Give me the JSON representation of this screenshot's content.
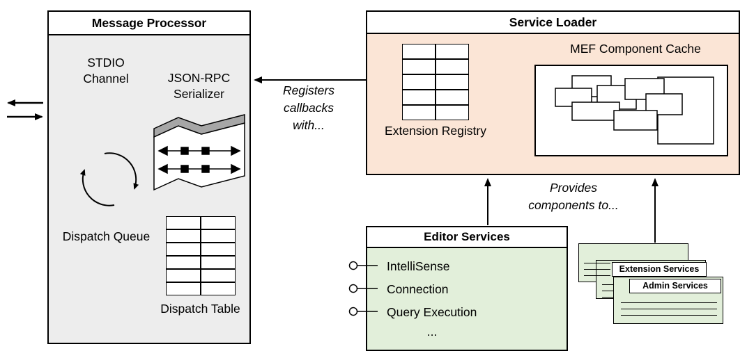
{
  "message_processor": {
    "title": "Message Processor",
    "stdio_channel": "STDIO Channel",
    "jsonrpc_serializer": "JSON-RPC Serializer",
    "dispatch_queue": "Dispatch Queue",
    "dispatch_table": "Dispatch Table"
  },
  "service_loader": {
    "title": "Service Loader",
    "extension_registry": "Extension Registry",
    "mef_cache": "MEF Component Cache"
  },
  "editor_services": {
    "title": "Editor Services",
    "items": [
      "IntelliSense",
      "Connection",
      "Query Execution"
    ],
    "ellipsis": "..."
  },
  "service_cards": {
    "extension_services": "Extension Services",
    "admin_services": "Admin Services"
  },
  "annotations": {
    "registers": "Registers callbacks with...",
    "provides": "Provides components to..."
  },
  "colors": {
    "processor_fill": "#ededed",
    "loader_fill": "#fbe5d6",
    "editor_fill": "#e2efda",
    "card_fill": "#e2efda",
    "header_fill": "#ffffff",
    "border": "#000000"
  }
}
